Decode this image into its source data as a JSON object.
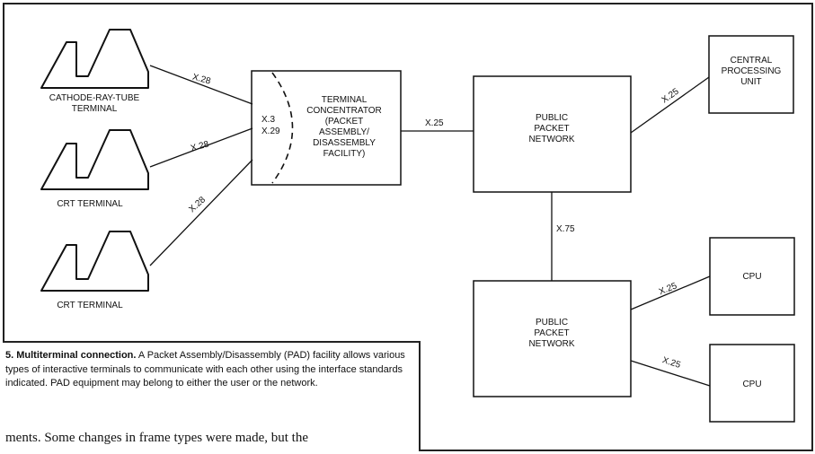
{
  "terminals": [
    {
      "label_lines": [
        "CATHODE-RAY-TUBE",
        "TERMINAL"
      ]
    },
    {
      "label_lines": [
        "CRT TERMINAL"
      ]
    },
    {
      "label_lines": [
        "CRT TERMINAL"
      ]
    }
  ],
  "concentrator": {
    "label_lines": [
      "TERMINAL",
      "CONCENTRATOR",
      "(PACKET",
      "ASSEMBLY/",
      "DISASSEMBLY",
      "FACILITY)"
    ],
    "standards": [
      "X.3",
      "X.29"
    ]
  },
  "networks": {
    "top": {
      "label_lines": [
        "PUBLIC",
        "PACKET",
        "NETWORK"
      ]
    },
    "bottom": {
      "label_lines": [
        "PUBLIC",
        "PACKET",
        "NETWORK"
      ]
    }
  },
  "hosts": {
    "cpu_main": {
      "label_lines": [
        "CENTRAL",
        "PROCESSING",
        "UNIT"
      ]
    },
    "cpu_a": {
      "label_lines": [
        "CPU"
      ]
    },
    "cpu_b": {
      "label_lines": [
        "CPU"
      ]
    }
  },
  "links": {
    "terminal_1": "X.28",
    "terminal_2": "X.28",
    "terminal_3": "X.28",
    "pad_to_network": "X.25",
    "network_to_cpu": "X.25",
    "network_to_network": "X.75",
    "network_to_cpu_a": "X.25",
    "network_to_cpu_b": "X.25"
  },
  "caption": {
    "lead": "5. Multiterminal connection.",
    "text": " A Packet Assembly/Disassembly (PAD) facility allows various types of interactive terminals to communicate with each other using the interface standards indicated. PAD equipment may belong to either the user or the network."
  },
  "body_text": "ments. Some changes in frame types were made, but the"
}
